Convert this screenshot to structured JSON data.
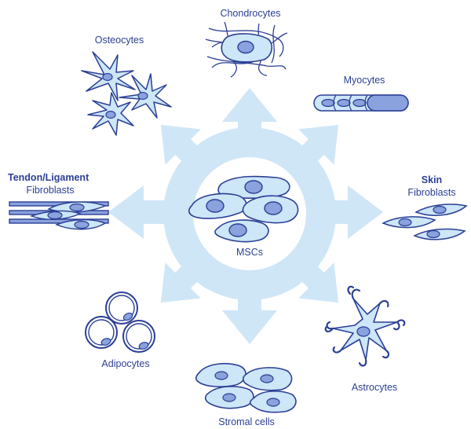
{
  "center": {
    "label": "MSCs"
  },
  "cell_types": [
    {
      "id": "chondrocytes",
      "label": "Chondrocytes"
    },
    {
      "id": "osteocytes",
      "label": "Osteocytes"
    },
    {
      "id": "myocytes",
      "label": "Myocytes"
    },
    {
      "id": "tendon",
      "label_line1": "Tendon/Ligament",
      "label_line2": "Fibroblasts"
    },
    {
      "id": "skin",
      "label_line1": "Skin",
      "label_line2": "Fibroblasts"
    },
    {
      "id": "adipocytes",
      "label": "Adipocytes"
    },
    {
      "id": "astrocytes",
      "label": "Astrocytes"
    },
    {
      "id": "stromal",
      "label": "Stromal cells"
    }
  ],
  "colors": {
    "arrow_fill": "#cfe6f7",
    "cell_fill": "#cde6f8",
    "nucleus_fill": "#8aa2dd",
    "outline": "#2b3f95",
    "text": "#2b3f95"
  }
}
